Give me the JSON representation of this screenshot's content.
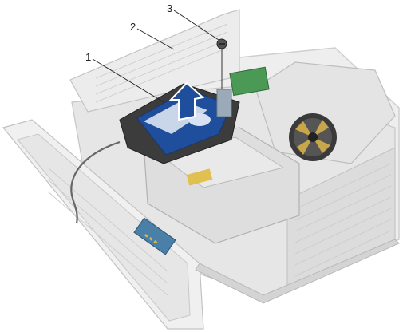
{
  "callouts": {
    "one": "1",
    "two": "2",
    "three": "3"
  },
  "colors": {
    "chassis": "#e8e8e8",
    "chassis_edge": "#c8c8c8",
    "drive_label": "#1f4e9c",
    "arrow": "#1f4e9c",
    "fan": "#333333",
    "fan_blade": "#c8a64a",
    "board": "#3d8a4a",
    "leader": "#222222"
  },
  "icons": {
    "hard_drive": "hard-drive-icon",
    "screw": "screw-icon",
    "lift_arrow": "arrow-up-icon",
    "fan": "fan-icon"
  }
}
